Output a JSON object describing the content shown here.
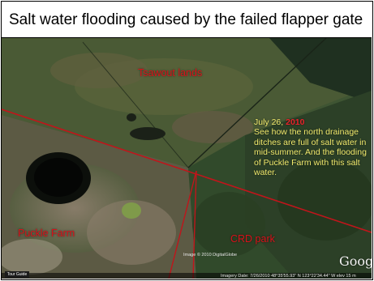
{
  "slide": {
    "title": "Salt water flooding caused by the failed flapper gate"
  },
  "map": {
    "labels": {
      "tsawout": "Tsawout lands",
      "puckle": "Puckle Farm",
      "crd": "CRD park"
    },
    "annotation": {
      "date_prefix": "July 26, ",
      "date_year": "2010",
      "body": "See how the north drainage ditches are full of salt water in mid-summer. And the flooding of Puckle Farm with this salt water."
    },
    "copyright": "Image © 2010 DigitalGlobe",
    "logo": "Google",
    "tour_guide": "Tour Guide",
    "status": "Imagery Date: 7/26/2010     48°35'55.93\" N  123°22'34.44\" W  elev  15 m",
    "colors": {
      "label_red": "#d8121a",
      "annotation_yellow": "#f1ea6d",
      "line_red": "#c0151b"
    }
  }
}
